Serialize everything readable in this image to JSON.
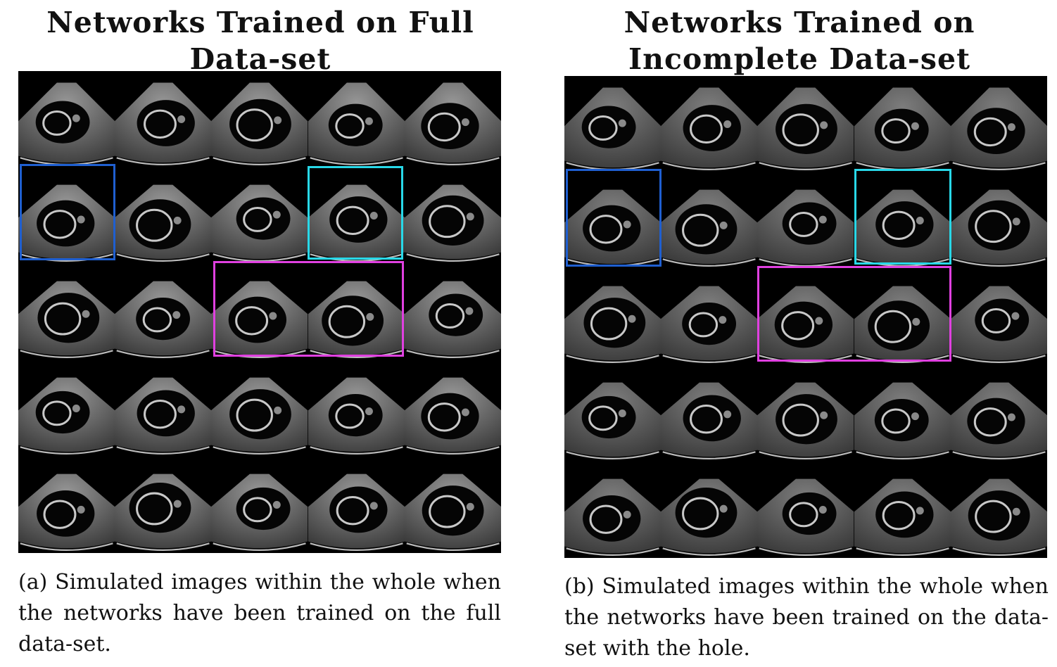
{
  "panels": [
    {
      "title_line1": "Networks Trained on Full",
      "title_line2": "Data-set",
      "caption": "(a) Simulated images within the whole when the networks have been trained on the full data-set."
    },
    {
      "title_line1": "Networks Trained on",
      "title_line2": "Incomplete Data-set",
      "caption": "(b) Simulated images within the whole when the networks have been trained on the data-set with the hole."
    }
  ],
  "grid": {
    "rows": 5,
    "cols": 5
  },
  "highlight_colors": {
    "blue": "#1f5fd0",
    "cyan": "#28d8e8",
    "magenta": "#e040e0"
  }
}
